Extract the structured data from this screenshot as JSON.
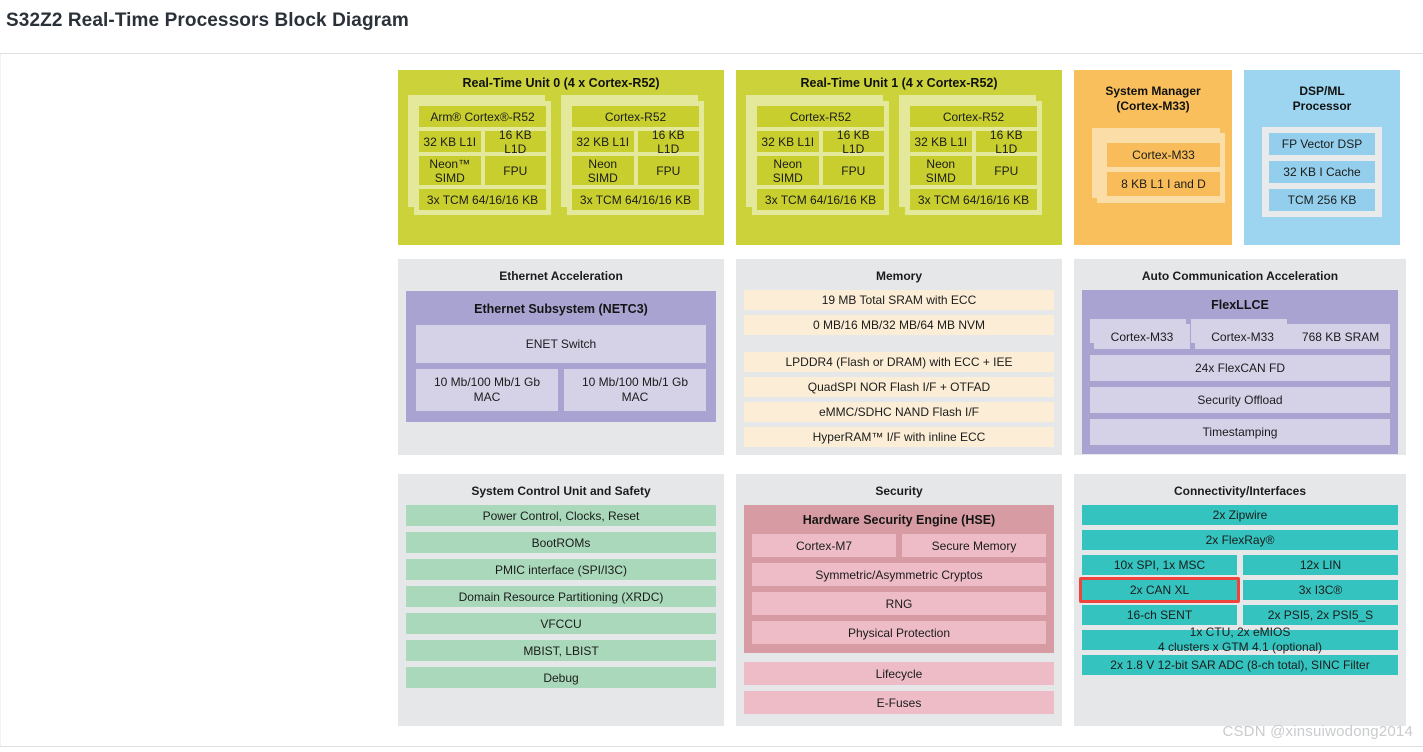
{
  "page": {
    "title": "S32Z2 Real-Time Processors Block Diagram",
    "watermark": "CSDN @xinsuiwodong2014"
  },
  "colors": {
    "olive": "#ccd23a",
    "olive_inner": "#e4e89a",
    "olive_box": "#c7ce2e",
    "orange": "#f9bf5d",
    "orange_box": "#fbdda7",
    "blue": "#9dd4ef",
    "blue_box": "#93cfec",
    "panel_grey": "#e6e7e9",
    "cream": "#fceed6",
    "purple": "#a9a3d2",
    "purple_box": "#d5d2e8",
    "green": "#a9d8bb",
    "pink_dark": "#d79ba4",
    "pink_light": "#edbcc7",
    "teal": "#34c3be",
    "highlight_red": "#f0433c"
  },
  "rtu0": {
    "title": "Real-Time Unit 0 (4 x Cortex-R52)",
    "cores": [
      {
        "name": "Arm® Cortex®-R52",
        "l1i": "32 KB L1I",
        "l1d": "16 KB L1D",
        "simd": "Neon™ SIMD",
        "fpu": "FPU",
        "tcm": "3x TCM 64/16/16 KB"
      },
      {
        "name": "Cortex-R52",
        "l1i": "32 KB L1I",
        "l1d": "16 KB L1D",
        "simd": "Neon SIMD",
        "fpu": "FPU",
        "tcm": "3x TCM 64/16/16 KB"
      }
    ]
  },
  "rtu1": {
    "title": "Real-Time Unit 1 (4 x Cortex-R52)",
    "cores": [
      {
        "name": "Cortex-R52",
        "l1i": "32 KB L1I",
        "l1d": "16 KB L1D",
        "simd": "Neon SIMD",
        "fpu": "FPU",
        "tcm": "3x TCM 64/16/16 KB"
      },
      {
        "name": "Cortex-R52",
        "l1i": "32 KB L1I",
        "l1d": "16 KB L1D",
        "simd": "Neon SIMD",
        "fpu": "FPU",
        "tcm": "3x TCM 64/16/16 KB"
      }
    ]
  },
  "system_manager": {
    "title_line1": "System Manager",
    "title_line2": "(Cortex-M33)",
    "items": [
      "Cortex-M33",
      "8 KB L1 I and D"
    ]
  },
  "dsp_ml": {
    "title_line1": "DSP/ML",
    "title_line2": "Processor",
    "items": [
      "FP Vector DSP",
      "32 KB I Cache",
      "TCM 256 KB"
    ]
  },
  "ethernet": {
    "title": "Ethernet Acceleration",
    "subsystem_title": "Ethernet Subsystem (NETC3)",
    "switch": "ENET Switch",
    "macs": [
      "10 Mb/100 Mb/1 Gb MAC",
      "10 Mb/100 Mb/1 Gb MAC"
    ]
  },
  "memory": {
    "title": "Memory",
    "group1": [
      "19 MB Total SRAM with ECC",
      "0 MB/16 MB/32 MB/64 MB NVM"
    ],
    "group2": [
      "LPDDR4 (Flash or DRAM) with ECC + IEE",
      "QuadSPI NOR Flash I/F + OTFAD",
      "eMMC/SDHC NAND Flash I/F",
      "HyperRAM™ I/F with inline ECC"
    ]
  },
  "auto_comm": {
    "title": "Auto Communication Acceleration",
    "subsystem_title": "FlexLLCE",
    "cores": [
      "Cortex-M33",
      "Cortex-M33"
    ],
    "sram": "768 KB SRAM",
    "items": [
      "24x FlexCAN FD",
      "Security Offload",
      "Timestamping"
    ]
  },
  "scu": {
    "title": "System Control Unit and Safety",
    "items": [
      "Power Control, Clocks, Reset",
      "BootROMs",
      "PMIC interface (SPI/I3C)",
      "Domain Resource Partitioning (XRDC)",
      "VFCCU",
      "MBIST, LBIST",
      "Debug"
    ]
  },
  "security": {
    "title": "Security",
    "hse_title": "Hardware Security Engine (HSE)",
    "hse_pair": [
      "Cortex-M7",
      "Secure Memory"
    ],
    "hse_items": [
      "Symmetric/Asymmetric Cryptos",
      "RNG",
      "Physical Protection"
    ],
    "extra_items": [
      "Lifecycle",
      "E-Fuses"
    ]
  },
  "connectivity": {
    "title": "Connectivity/Interfaces",
    "zipwire": "2x Zipwire",
    "flexray": "2x FlexRay®",
    "pairs": [
      {
        "left": "10x SPI, 1x MSC",
        "right": "12x LIN"
      },
      {
        "left": "2x CAN XL",
        "right": "3x I3C®",
        "highlighted": true
      },
      {
        "left": "16-ch SENT",
        "right": "2x PSI5, 2x PSI5_S"
      }
    ],
    "timer_line1": "1x CTU, 2x eMIOS",
    "timer_line2": "4 clusters x GTM 4.1 (optional)",
    "adc": "2x 1.8 V 12-bit SAR ADC (8-ch total), SINC Filter"
  }
}
